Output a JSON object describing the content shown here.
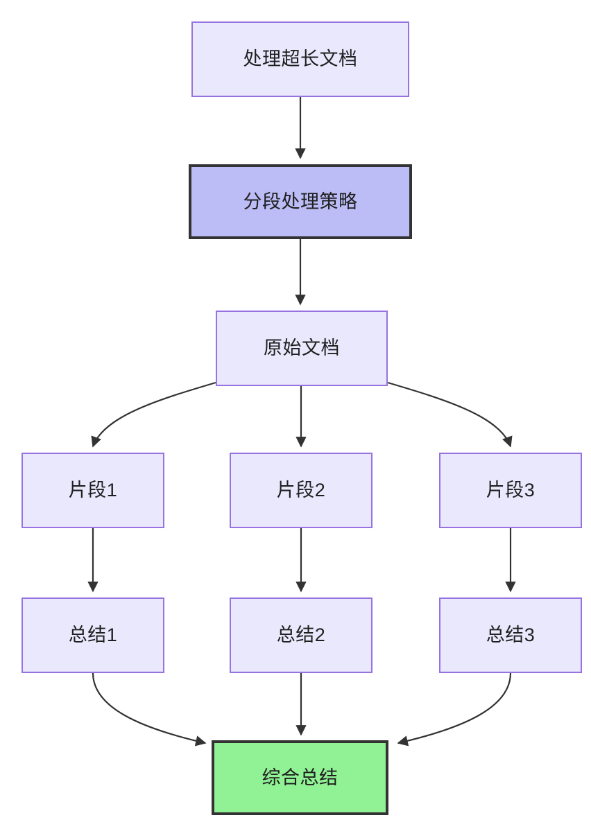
{
  "diagram": {
    "type": "flowchart",
    "direction": "top-to-bottom",
    "background_color": "#ffffff",
    "edge_color": "#333333",
    "palette": {
      "light_fill": "#eae8fd",
      "light_border": "#9673e0",
      "strong_fill": "#bcbcf6",
      "strong_border": "#333333",
      "green_fill": "#90f294",
      "green_border": "#333333",
      "text_color": "#1f1f1f"
    },
    "nodes": [
      {
        "id": "root",
        "label": "处理超长文档",
        "style": "light"
      },
      {
        "id": "strategy",
        "label": "分段处理策略",
        "style": "strong"
      },
      {
        "id": "source",
        "label": "原始文档",
        "style": "light"
      },
      {
        "id": "chunk1",
        "label": "片段1",
        "style": "light"
      },
      {
        "id": "chunk2",
        "label": "片段2",
        "style": "light"
      },
      {
        "id": "chunk3",
        "label": "片段3",
        "style": "light"
      },
      {
        "id": "sum1",
        "label": "总结1",
        "style": "light"
      },
      {
        "id": "sum2",
        "label": "总结2",
        "style": "light"
      },
      {
        "id": "sum3",
        "label": "总结3",
        "style": "light"
      },
      {
        "id": "final",
        "label": "综合总结",
        "style": "green"
      }
    ],
    "edges": [
      {
        "from": "root",
        "to": "strategy",
        "shape": "straight"
      },
      {
        "from": "strategy",
        "to": "source",
        "shape": "straight"
      },
      {
        "from": "source",
        "to": "chunk1",
        "shape": "curve"
      },
      {
        "from": "source",
        "to": "chunk2",
        "shape": "straight"
      },
      {
        "from": "source",
        "to": "chunk3",
        "shape": "curve"
      },
      {
        "from": "chunk1",
        "to": "sum1",
        "shape": "straight"
      },
      {
        "from": "chunk2",
        "to": "sum2",
        "shape": "straight"
      },
      {
        "from": "chunk3",
        "to": "sum3",
        "shape": "straight"
      },
      {
        "from": "sum1",
        "to": "final",
        "shape": "curve"
      },
      {
        "from": "sum2",
        "to": "final",
        "shape": "straight"
      },
      {
        "from": "sum3",
        "to": "final",
        "shape": "curve"
      }
    ]
  }
}
